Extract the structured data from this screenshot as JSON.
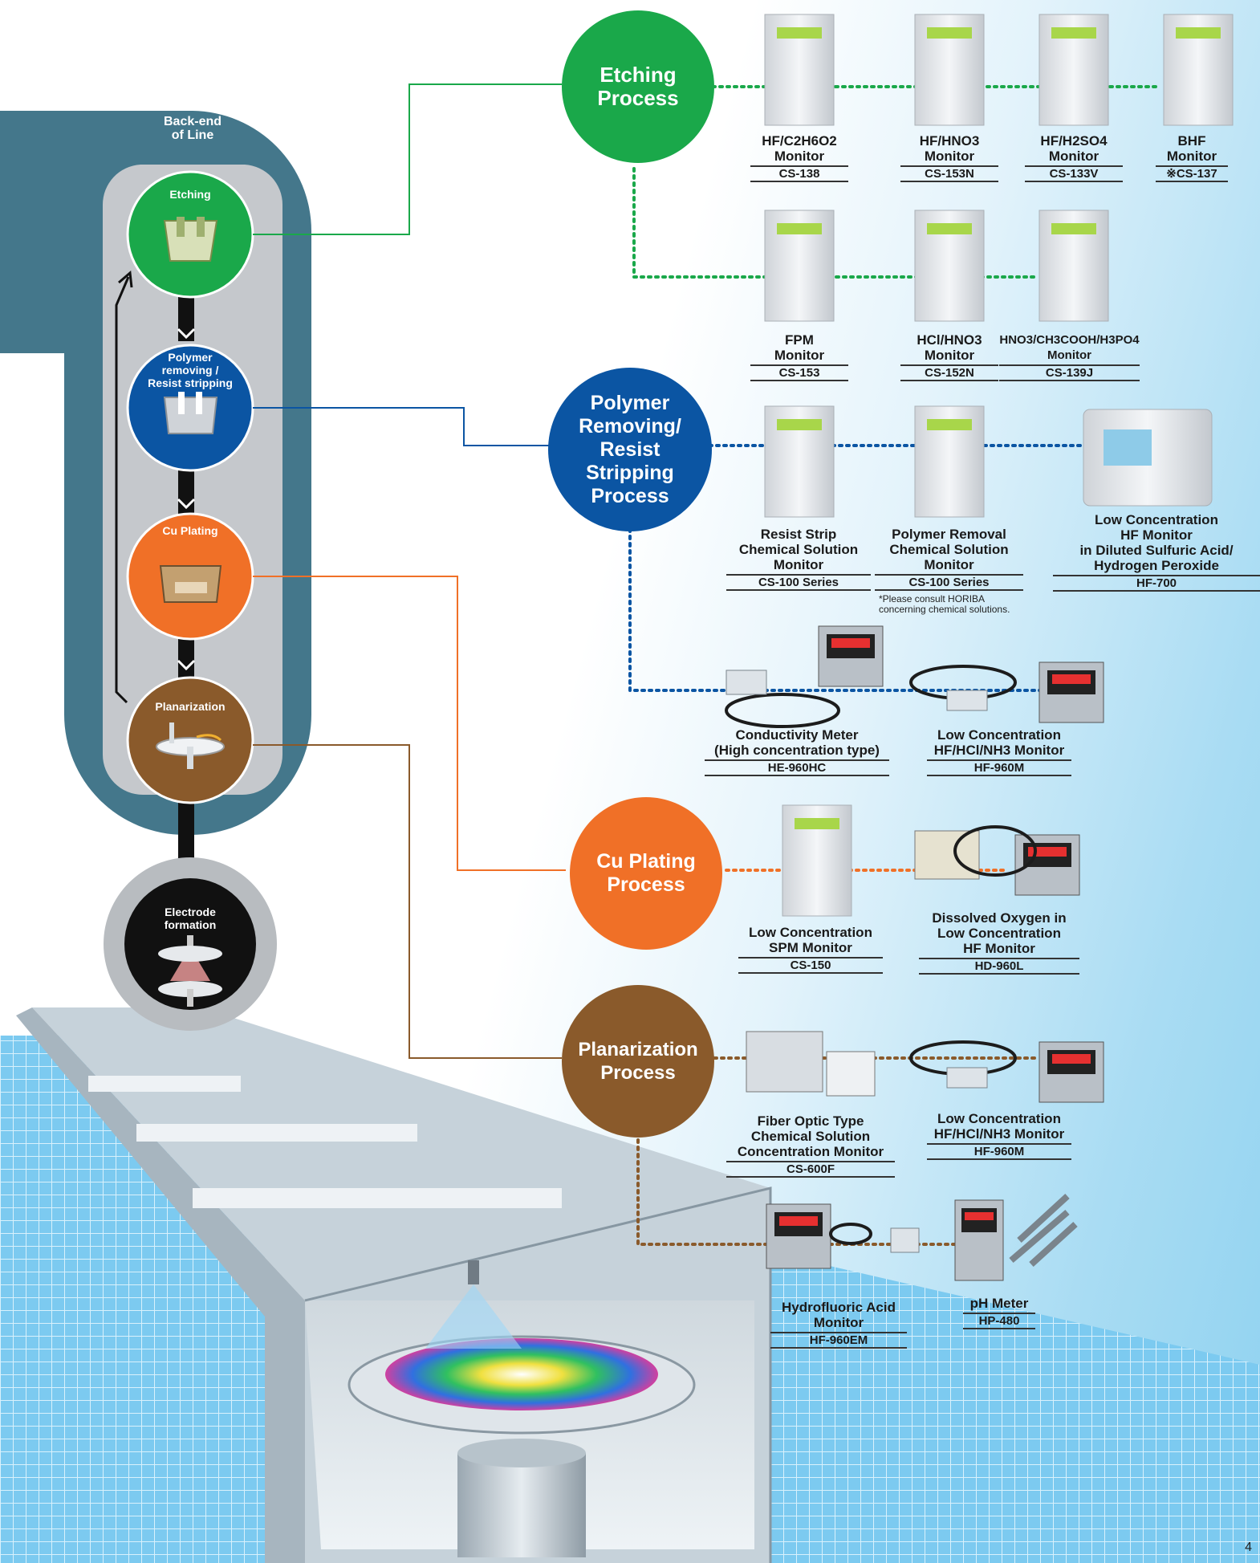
{
  "colors": {
    "etching": "#1aa84a",
    "polymer": "#0b55a3",
    "cu": "#f07027",
    "planar": "#8a5a2b",
    "electrode": "#111111",
    "tube": "#44778b",
    "tube_inner": "#c5c8cc"
  },
  "beol_title": "Back-end\nof Line",
  "steps": [
    {
      "id": "etching",
      "label": "Etching"
    },
    {
      "id": "polymer",
      "label": "Polymer\nremoving /\nResist stripping"
    },
    {
      "id": "cu",
      "label": "Cu Plating"
    },
    {
      "id": "planar",
      "label": "Planarization"
    },
    {
      "id": "electrode",
      "label": "Electrode\nformation"
    }
  ],
  "processes": {
    "etching": {
      "title": "Etching\nProcess"
    },
    "polymer": {
      "title": "Polymer\nRemoving/\nResist\nStripping\nProcess"
    },
    "cu": {
      "title": "Cu Plating\nProcess"
    },
    "planar": {
      "title": "Planarization\nProcess"
    }
  },
  "products": [
    {
      "name": "HF/C2H6O2\nMonitor",
      "model": "CS-138"
    },
    {
      "name": "HF/HNO3\nMonitor",
      "model": "CS-153N"
    },
    {
      "name": "HF/H2SO4\nMonitor",
      "model": "CS-133V"
    },
    {
      "name": "BHF\nMonitor",
      "model": "※CS-137"
    },
    {
      "name": "FPM\nMonitor",
      "model": "CS-153"
    },
    {
      "name": "HCl/HNO3\nMonitor",
      "model": "CS-152N"
    },
    {
      "name": "HNO3/CH3COOH/H3PO4\nMonitor",
      "model": "CS-139J"
    },
    {
      "name": "Resist Strip\nChemical Solution\nMonitor",
      "model": "CS-100 Series"
    },
    {
      "name": "Polymer Removal\nChemical Solution\nMonitor",
      "model": "CS-100 Series"
    },
    {
      "name": "Low Concentration\nHF Monitor\nin Diluted Sulfuric Acid/\nHydrogen Peroxide",
      "model": "HF-700"
    },
    {
      "name": "Conductivity Meter\n(High concentration type)",
      "model": "HE-960HC"
    },
    {
      "name": "Low Concentration\nHF/HCl/NH3 Monitor",
      "model": "HF-960M"
    },
    {
      "name": "Low Concentration\nSPM Monitor",
      "model": "CS-150"
    },
    {
      "name": "Dissolved Oxygen in\nLow Concentration\nHF Monitor",
      "model": "HD-960L"
    },
    {
      "name": "Fiber Optic Type\nChemical Solution\nConcentration Monitor",
      "model": "CS-600F"
    },
    {
      "name": "Low Concentration\nHF/HCl/NH3 Monitor",
      "model": "HF-960M"
    },
    {
      "name": "Hydrofluoric Acid\nMonitor",
      "model": "HF-960EM"
    },
    {
      "name": "pH Meter",
      "model": "HP-480"
    }
  ],
  "note": "*Please consult HORIBA\n concerning chemical solutions.",
  "page_number": "4"
}
